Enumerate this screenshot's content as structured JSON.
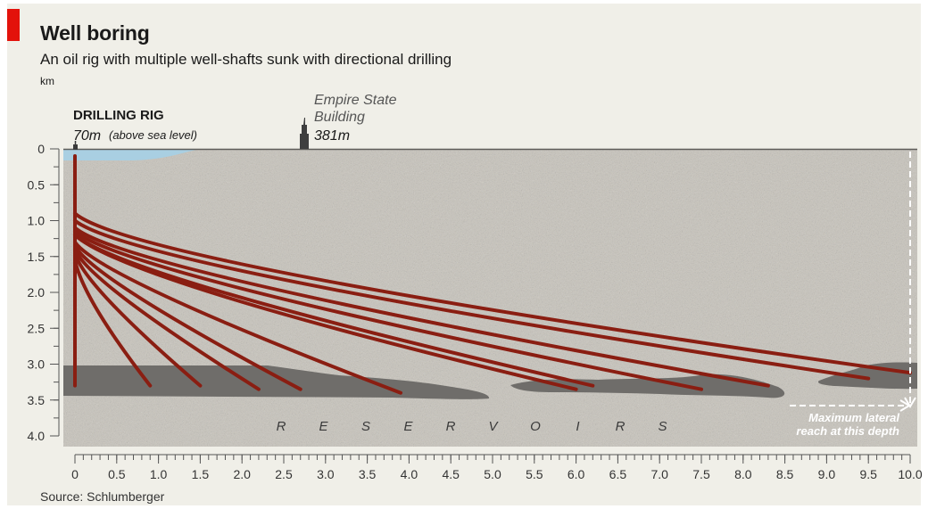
{
  "header": {
    "title": "Well boring",
    "subtitle": "An oil rig with multiple well-shafts sunk with directional drilling",
    "unit": "km"
  },
  "source": "Source: Schlumberger",
  "colors": {
    "accent": "#e3120b",
    "well": "#8a1e12",
    "rock": "#c8c4bc",
    "reservoir": "#6f6d6a",
    "sea": "#a9cfe2"
  },
  "chart_data": {
    "type": "line",
    "xlim": [
      0,
      10
    ],
    "ylim": [
      4,
      0
    ],
    "xticks": [
      0,
      0.5,
      1.0,
      1.5,
      2.0,
      2.5,
      3.0,
      3.5,
      4.0,
      4.5,
      5.0,
      5.5,
      6.0,
      6.5,
      7.0,
      7.5,
      8.0,
      8.5,
      9.0,
      9.5,
      10.0
    ],
    "xtick_labels": [
      "0",
      "0.5",
      "1.0",
      "1.5",
      "2.0",
      "2.5",
      "3.0",
      "3.5",
      "4.0",
      "4.5",
      "5.0",
      "5.5",
      "6.0",
      "6.5",
      "7.0",
      "7.5",
      "8.0",
      "8.5",
      "9.0",
      "9.5",
      "10.0"
    ],
    "yticks": [
      0,
      0.5,
      1.0,
      1.5,
      2.0,
      2.5,
      3.0,
      3.5,
      4.0
    ],
    "ytick_labels": [
      "0",
      "0.5",
      "1.0",
      "1.5",
      "2.0",
      "2.5",
      "3.0",
      "3.5",
      "4.0"
    ],
    "series": [
      {
        "x": [
          0,
          0
        ],
        "y": [
          0.1,
          3.3
        ]
      },
      {
        "x": [
          0,
          0.1,
          0.9
        ],
        "y": [
          1.55,
          2.1,
          3.3
        ]
      },
      {
        "x": [
          0,
          0.1,
          1.5
        ],
        "y": [
          1.45,
          1.9,
          3.3
        ]
      },
      {
        "x": [
          0,
          0.15,
          2.2
        ],
        "y": [
          1.4,
          1.85,
          3.35
        ]
      },
      {
        "x": [
          0,
          0.2,
          2.7
        ],
        "y": [
          1.35,
          1.8,
          3.35
        ]
      },
      {
        "x": [
          0,
          0.3,
          3.9
        ],
        "y": [
          1.3,
          1.8,
          3.4
        ]
      },
      {
        "x": [
          0,
          0.6,
          6.0
        ],
        "y": [
          1.2,
          1.85,
          3.35
        ]
      },
      {
        "x": [
          0,
          0.6,
          6.2
        ],
        "y": [
          1.2,
          1.8,
          3.3
        ]
      },
      {
        "x": [
          0,
          0.6,
          7.5
        ],
        "y": [
          1.15,
          1.75,
          3.35
        ]
      },
      {
        "x": [
          0,
          0.6,
          8.3
        ],
        "y": [
          1.1,
          1.7,
          3.3
        ]
      },
      {
        "x": [
          0,
          0.7,
          9.5
        ],
        "y": [
          1.0,
          1.65,
          3.2
        ]
      },
      {
        "x": [
          0,
          0.7,
          10.0
        ],
        "y": [
          0.9,
          1.6,
          3.12
        ]
      }
    ],
    "annotations": {
      "rig_label": "DRILLING RIG",
      "rig_height": "70m",
      "rig_note": "(above sea level)",
      "building_line1": "Empire State",
      "building_line2": "Building",
      "building_height": "381m",
      "reservoirs": [
        "R",
        "E",
        "S",
        "E",
        "R",
        "V",
        "O",
        "I",
        "R",
        "S"
      ],
      "reach_line1": "Maximum lateral",
      "reach_line2": "reach at this depth"
    }
  }
}
